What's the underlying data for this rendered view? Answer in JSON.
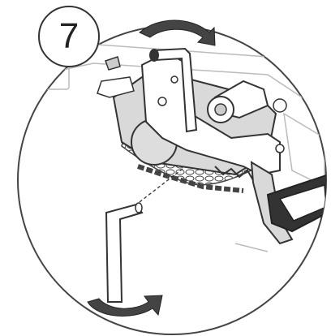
{
  "step": {
    "number": "7"
  },
  "illustration": {
    "parts": [
      "assembly-bracket",
      "hex-key-installed",
      "hex-key-loose",
      "crank-handle",
      "chain",
      "sprocket",
      "foot-pedal"
    ],
    "rotation_arrows": 2,
    "colors": {
      "line": "#333333",
      "fill": "#ffffff",
      "shade": "#d9d9d9",
      "arrow": "#444444"
    }
  }
}
